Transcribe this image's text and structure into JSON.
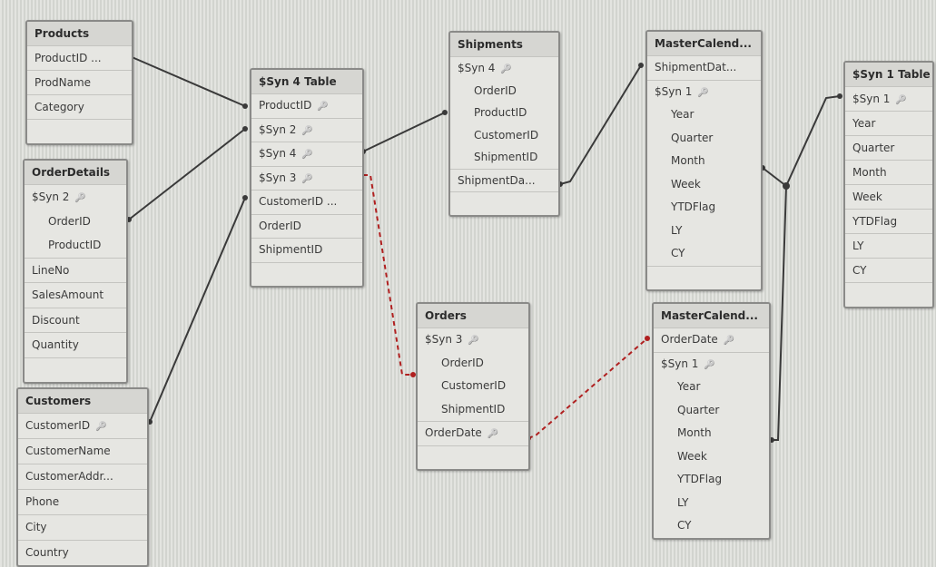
{
  "tables": [
    {
      "id": "products",
      "title": "Products",
      "fields": [
        {
          "n": "ProductID ..."
        },
        {
          "n": "ProdName"
        },
        {
          "n": "Category"
        },
        {
          "n": ""
        }
      ]
    },
    {
      "id": "orderdetails",
      "title": "OrderDetails",
      "fields": [
        {
          "n": "$Syn 2",
          "key": true
        },
        {
          "n": "OrderID",
          "ind": true
        },
        {
          "n": "ProductID",
          "ind": true
        },
        {
          "n": "LineNo"
        },
        {
          "n": "SalesAmount"
        },
        {
          "n": "Discount"
        },
        {
          "n": "Quantity"
        },
        {
          "n": ""
        }
      ]
    },
    {
      "id": "customers",
      "title": "Customers",
      "fields": [
        {
          "n": "CustomerID",
          "key": true
        },
        {
          "n": "CustomerName"
        },
        {
          "n": "CustomerAddr..."
        },
        {
          "n": "Phone"
        },
        {
          "n": "City"
        },
        {
          "n": "Country"
        }
      ]
    },
    {
      "id": "syn4table",
      "title": "$Syn 4 Table",
      "fields": [
        {
          "n": "ProductID",
          "key": true
        },
        {
          "n": "$Syn 2",
          "key": true
        },
        {
          "n": "$Syn 4",
          "key": true
        },
        {
          "n": "$Syn 3",
          "key": true
        },
        {
          "n": "CustomerID ..."
        },
        {
          "n": "OrderID"
        },
        {
          "n": "ShipmentID"
        },
        {
          "n": ""
        }
      ]
    },
    {
      "id": "shipments",
      "title": "Shipments",
      "fields": [
        {
          "n": "$Syn 4",
          "key": true
        },
        {
          "n": "OrderID",
          "ind": true
        },
        {
          "n": "ProductID",
          "ind": true
        },
        {
          "n": "CustomerID",
          "ind": true
        },
        {
          "n": "ShipmentID",
          "ind": true
        },
        {
          "n": "ShipmentDa..."
        },
        {
          "n": ""
        }
      ]
    },
    {
      "id": "mastercal1",
      "title": "MasterCalend...",
      "fields": [
        {
          "n": "ShipmentDat..."
        },
        {
          "n": "$Syn 1",
          "key": true
        },
        {
          "n": "Year",
          "ind": true
        },
        {
          "n": "Quarter",
          "ind": true
        },
        {
          "n": "Month",
          "ind": true
        },
        {
          "n": "Week",
          "ind": true
        },
        {
          "n": "YTDFlag",
          "ind": true
        },
        {
          "n": "LY",
          "ind": true
        },
        {
          "n": "CY",
          "ind": true
        },
        {
          "n": ""
        }
      ]
    },
    {
      "id": "syn1table",
      "title": "$Syn 1 Table",
      "fields": [
        {
          "n": "$Syn 1",
          "key": true
        },
        {
          "n": "Year"
        },
        {
          "n": "Quarter"
        },
        {
          "n": "Month"
        },
        {
          "n": "Week"
        },
        {
          "n": "YTDFlag"
        },
        {
          "n": "LY"
        },
        {
          "n": "CY"
        },
        {
          "n": ""
        }
      ]
    },
    {
      "id": "orders",
      "title": "Orders",
      "fields": [
        {
          "n": "$Syn 3",
          "key": true
        },
        {
          "n": "OrderID",
          "ind": true
        },
        {
          "n": "CustomerID",
          "ind": true
        },
        {
          "n": "ShipmentID",
          "ind": true
        },
        {
          "n": "OrderDate",
          "key": true
        },
        {
          "n": ""
        }
      ]
    },
    {
      "id": "mastercal2",
      "title": "MasterCalend...",
      "fields": [
        {
          "n": "OrderDate",
          "key": true
        },
        {
          "n": "$Syn 1",
          "key": true
        },
        {
          "n": "Year",
          "ind": true
        },
        {
          "n": "Quarter",
          "ind": true
        },
        {
          "n": "Month",
          "ind": true
        },
        {
          "n": "Week",
          "ind": true
        },
        {
          "n": "YTDFlag",
          "ind": true
        },
        {
          "n": "LY",
          "ind": true
        },
        {
          "n": "CY",
          "ind": true
        }
      ]
    }
  ],
  "colors": {
    "link": "#3a3a3a",
    "synthetic_link": "#b02020"
  }
}
